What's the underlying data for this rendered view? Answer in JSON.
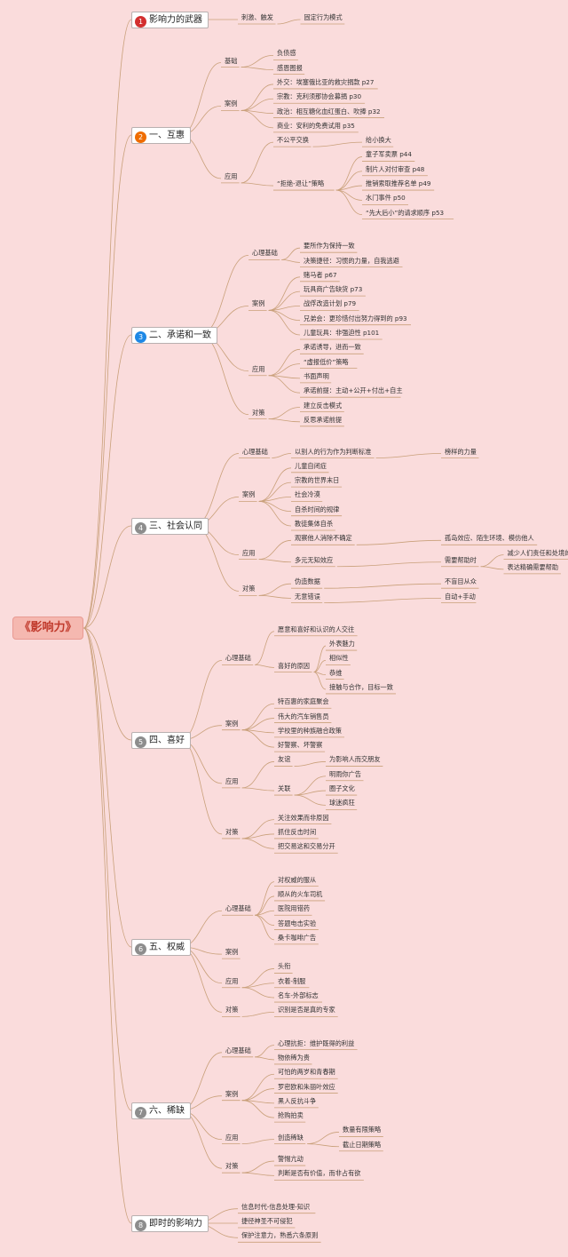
{
  "root": "《影响力》",
  "colors": {
    "background": "#fadcdc",
    "line": "#c9a07a",
    "sec1": "#d32f2f",
    "sec2": "#ef6c00",
    "sec3": "#1e88e5",
    "sec_other": "#8d8d8d"
  },
  "sections": [
    {
      "num": "1",
      "title": "影响力的武器",
      "children": [
        {
          "t": "刺激、触发",
          "c": [
            {
              "t": "固定行为模式"
            }
          ]
        }
      ]
    },
    {
      "num": "2",
      "title": "一、互惠",
      "children": [
        {
          "t": "基础",
          "c": [
            {
              "t": "负债感"
            },
            {
              "t": "感恩图报"
            }
          ]
        },
        {
          "t": "案例",
          "c": [
            {
              "t": "外交：埃塞俄比亚的救灾捐款 p27"
            },
            {
              "t": "宗教：克利须那协会募捐 p30"
            },
            {
              "t": "政治：相互糖化血红蛋白、吹捧 p32"
            },
            {
              "t": "商业：安利的免费试用 p35"
            }
          ]
        },
        {
          "t": "应用",
          "c": [
            {
              "t": "不公平交换",
              "c": [
                {
                  "t": "给小换大"
                }
              ]
            },
            {
              "t": "“拒绝-退让”策略",
              "c": [
                {
                  "t": "童子军卖票 p44"
                },
                {
                  "t": "制片人对付审查 p48"
                },
                {
                  "t": "推销索取推荐名单 p49"
                },
                {
                  "t": "水门事件 p50"
                },
                {
                  "t": "“先大后小”的请求顺序 p53"
                }
              ]
            }
          ]
        }
      ]
    },
    {
      "num": "3",
      "title": "二、承诺和一致",
      "children": [
        {
          "t": "心理基础",
          "c": [
            {
              "t": "要所作为保持一致"
            },
            {
              "t": "决策捷径：习惯的力量，自我逃避"
            }
          ]
        },
        {
          "t": "案例",
          "c": [
            {
              "t": "赌马者 p67"
            },
            {
              "t": "玩具商广告缺货 p73"
            },
            {
              "t": "战俘改造计划 p79"
            },
            {
              "t": "兄弟会：更珍惜付出努力得到的 p93"
            },
            {
              "t": "儿童玩具：非强迫性 p101"
            }
          ]
        },
        {
          "t": "应用",
          "c": [
            {
              "t": "承诺诱导，进而一致"
            },
            {
              "t": "“虚报低价”策略"
            },
            {
              "t": "书面声明"
            },
            {
              "t": "承诺前提：主动+公开+付出+自主"
            }
          ]
        },
        {
          "t": "对策",
          "c": [
            {
              "t": "建立反击模式"
            },
            {
              "t": "反思承诺前提"
            }
          ]
        }
      ]
    },
    {
      "num": "4",
      "title": "三、社会认同",
      "children": [
        {
          "t": "心理基础",
          "c": [
            {
              "t": "以别人的行为作为判断标准",
              "c": [
                {
                  "t": "榜样的力量"
                }
              ]
            }
          ]
        },
        {
          "t": "案例",
          "c": [
            {
              "t": "儿童自闭症"
            },
            {
              "t": "宗教的世界末日"
            },
            {
              "t": "社会冷漠"
            },
            {
              "t": "自杀时间的规律"
            },
            {
              "t": "教徒集体自杀"
            }
          ]
        },
        {
          "t": "应用",
          "c": [
            {
              "t": "观察他人消除不确定",
              "c": [
                {
                  "t": "孤岛效应、陌生环境、模仿他人"
                }
              ]
            },
            {
              "t": "多元无知效应",
              "c": [
                {
                  "t": "需要帮助时",
                  "c": [
                    {
                      "t": "减少人们责任和处境的不确定性"
                    },
                    {
                      "t": "表达精确需要帮助"
                    }
                  ]
                }
              ]
            }
          ]
        },
        {
          "t": "对策",
          "c": [
            {
              "t": "伪造数据",
              "c": [
                {
                  "t": "不盲目从众"
                }
              ]
            },
            {
              "t": "无意错误",
              "c": [
                {
                  "t": "自动+手动"
                }
              ]
            }
          ]
        }
      ]
    },
    {
      "num": "5",
      "title": "四、喜好",
      "children": [
        {
          "t": "心理基础",
          "c": [
            {
              "t": "愿意和喜好和认识的人交往"
            },
            {
              "t": "喜好的原因",
              "c": [
                {
                  "t": "外表魅力"
                },
                {
                  "t": "相似性"
                },
                {
                  "t": "恭维"
                },
                {
                  "t": "接触与合作，目标一致"
                }
              ]
            }
          ]
        },
        {
          "t": "案例",
          "c": [
            {
              "t": "特百惠的家庭聚会"
            },
            {
              "t": "伟大的汽车销售员"
            },
            {
              "t": "学校里的种族融合政策"
            },
            {
              "t": "好警察、坏警察"
            }
          ]
        },
        {
          "t": "应用",
          "c": [
            {
              "t": "友谊",
              "c": [
                {
                  "t": "为影响人而交朋友"
                }
              ]
            },
            {
              "t": "关联",
              "c": [
                {
                  "t": "明雨你广告"
                },
                {
                  "t": "圈子文化"
                },
                {
                  "t": "球迷疯狂"
                }
              ]
            }
          ]
        },
        {
          "t": "对策",
          "c": [
            {
              "t": "关注效果而非原因"
            },
            {
              "t": "抓住反击时间"
            },
            {
              "t": "把交易这和交易分开"
            }
          ]
        }
      ]
    },
    {
      "num": "6",
      "title": "五、权威",
      "children": [
        {
          "t": "心理基础",
          "c": [
            {
              "t": "对权威的服从"
            },
            {
              "t": "顺从的火车司机"
            },
            {
              "t": "医院用错药"
            },
            {
              "t": "答题电击实验"
            },
            {
              "t": "桑卡咖啡广告"
            }
          ]
        },
        {
          "t": "案例"
        },
        {
          "t": "应用",
          "c": [
            {
              "t": "头衔"
            },
            {
              "t": "衣着-制服"
            },
            {
              "t": "名车-外部标志"
            }
          ]
        },
        {
          "t": "对策",
          "c": [
            {
              "t": "识别是否是真的专家"
            }
          ]
        }
      ]
    },
    {
      "num": "7",
      "title": "六、稀缺",
      "children": [
        {
          "t": "心理基础",
          "c": [
            {
              "t": "心理抗拒：维护既得的利益"
            },
            {
              "t": "物依稀为贵"
            }
          ]
        },
        {
          "t": "案例",
          "c": [
            {
              "t": "可怕的两岁和青春期"
            },
            {
              "t": "罗密欧和朱丽叶效应"
            },
            {
              "t": "黑人反抗斗争"
            },
            {
              "t": "抢购拍卖"
            }
          ]
        },
        {
          "t": "应用",
          "c": [
            {
              "t": "创造稀缺",
              "c": [
                {
                  "t": "数量有限策略"
                },
                {
                  "t": "截止日期策略"
                }
              ]
            }
          ]
        },
        {
          "t": "对策",
          "c": [
            {
              "t": "警惕亢动"
            },
            {
              "t": "判断是否有价值，而非占有欲"
            }
          ]
        }
      ]
    },
    {
      "num": "8",
      "title": "即时的影响力",
      "children": [
        {
          "t": "信息时代-信息处理-知识"
        },
        {
          "t": "捷径神圣不可侵犯"
        },
        {
          "t": "保护注意力，熟悉六条原则"
        }
      ]
    }
  ]
}
